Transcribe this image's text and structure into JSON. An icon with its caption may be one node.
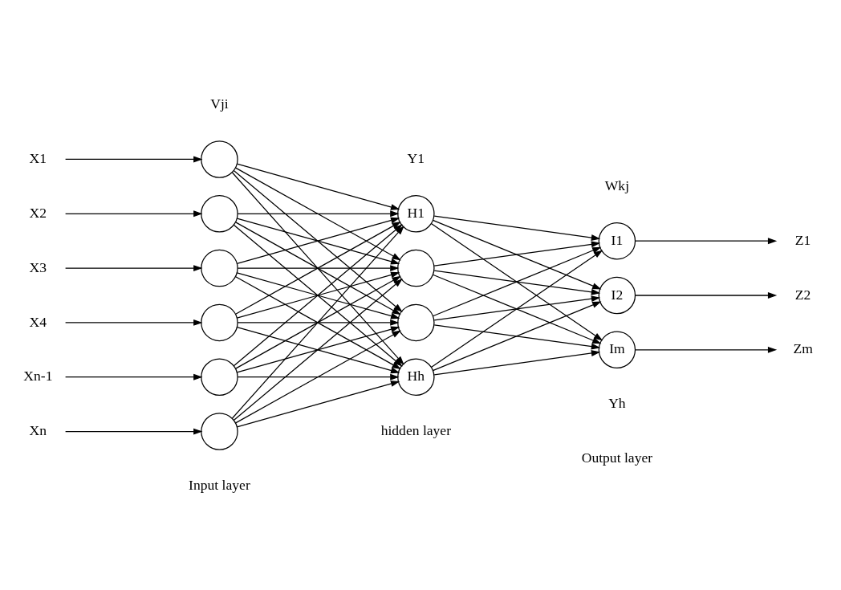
{
  "diagram": {
    "nodes": [
      {
        "text": [
          "X1"
        ]
      },
      {
        "text": [
          "X2"
        ]
      },
      {
        "text": [
          "X3"
        ]
      },
      {
        "text": [
          "X4"
        ]
      },
      {
        "text": [
          "Xn-1"
        ]
      },
      {
        "text": [
          "Xn"
        ]
      },
      {
        "text": [],
        "shape": "circle"
      },
      {
        "text": [],
        "shape": "circle"
      },
      {
        "text": [],
        "shape": "circle"
      },
      {
        "text": [],
        "shape": "circle"
      },
      {
        "text": [],
        "shape": "circle"
      },
      {
        "text": [],
        "shape": "circle"
      },
      {
        "text": [
          "H1"
        ]
      },
      {
        "text": [],
        "shape": "circle"
      },
      {
        "text": [],
        "shape": "circle"
      },
      {
        "text": [
          "Hh"
        ]
      },
      {
        "text": [
          "I1"
        ]
      },
      {
        "text": [
          "I2"
        ]
      },
      {
        "text": [
          "Im"
        ]
      },
      {
        "text": [
          "Z1"
        ]
      },
      {
        "text": [
          "Z2"
        ]
      },
      {
        "text": [
          "Zm"
        ]
      }
    ],
    "edges": [
      {
        "from": 0,
        "to": 6,
        "arrow": "to"
      },
      {
        "from": 1,
        "to": 7,
        "arrow": "to"
      },
      {
        "from": 2,
        "to": 8,
        "arrow": "to"
      },
      {
        "from": 3,
        "to": 9,
        "arrow": "to"
      },
      {
        "from": 4,
        "to": 10,
        "arrow": "to"
      },
      {
        "from": 5,
        "to": 11,
        "arrow": "to"
      },
      {
        "from": 6,
        "to": 12,
        "arrow": "to"
      },
      {
        "from": 6,
        "to": 13,
        "arrow": "to"
      },
      {
        "from": 6,
        "to": 14,
        "arrow": "to"
      },
      {
        "from": 6,
        "to": 15,
        "arrow": "to"
      },
      {
        "from": 7,
        "to": 12,
        "arrow": "to"
      },
      {
        "from": 7,
        "to": 13,
        "arrow": "to"
      },
      {
        "from": 7,
        "to": 14,
        "arrow": "to"
      },
      {
        "from": 7,
        "to": 15,
        "arrow": "to"
      },
      {
        "from": 8,
        "to": 12,
        "arrow": "to"
      },
      {
        "from": 8,
        "to": 13,
        "arrow": "to"
      },
      {
        "from": 8,
        "to": 14,
        "arrow": "to"
      },
      {
        "from": 8,
        "to": 15,
        "arrow": "to"
      },
      {
        "from": 9,
        "to": 12,
        "arrow": "to"
      },
      {
        "from": 9,
        "to": 13,
        "arrow": "to"
      },
      {
        "from": 9,
        "to": 14,
        "arrow": "to"
      },
      {
        "from": 9,
        "to": 15,
        "arrow": "to"
      },
      {
        "from": 10,
        "to": 12,
        "arrow": "to"
      },
      {
        "from": 10,
        "to": 13,
        "arrow": "to"
      },
      {
        "from": 10,
        "to": 14,
        "arrow": "to"
      },
      {
        "from": 10,
        "to": 15,
        "arrow": "to"
      },
      {
        "from": 11,
        "to": 12,
        "arrow": "to"
      },
      {
        "from": 11,
        "to": 13,
        "arrow": "to"
      },
      {
        "from": 11,
        "to": 14,
        "arrow": "to"
      },
      {
        "from": 11,
        "to": 15,
        "arrow": "to"
      },
      {
        "from": 12,
        "to": 16,
        "arrow": "to"
      },
      {
        "from": 12,
        "to": 17,
        "arrow": "to"
      },
      {
        "from": 12,
        "to": 18,
        "arrow": "to"
      },
      {
        "from": 13,
        "to": 16,
        "arrow": "to"
      },
      {
        "from": 13,
        "to": 17,
        "arrow": "to"
      },
      {
        "from": 13,
        "to": 18,
        "arrow": "to"
      },
      {
        "from": 14,
        "to": 16,
        "arrow": "to"
      },
      {
        "from": 14,
        "to": 17,
        "arrow": "to"
      },
      {
        "from": 14,
        "to": 18,
        "arrow": "to"
      },
      {
        "from": 15,
        "to": 16,
        "arrow": "to"
      },
      {
        "from": 15,
        "to": 17,
        "arrow": "to"
      },
      {
        "from": 15,
        "to": 18,
        "arrow": "to"
      },
      {
        "from": 16,
        "to": 19,
        "arrow": "to"
      },
      {
        "from": 17,
        "to": 20,
        "arrow": "to"
      },
      {
        "from": 18,
        "to": 21,
        "arrow": "to"
      }
    ],
    "labels": [
      "Vji",
      "Y1",
      "Wkj",
      "Yh",
      "Input layer",
      "hidden layer",
      "Output layer"
    ]
  }
}
